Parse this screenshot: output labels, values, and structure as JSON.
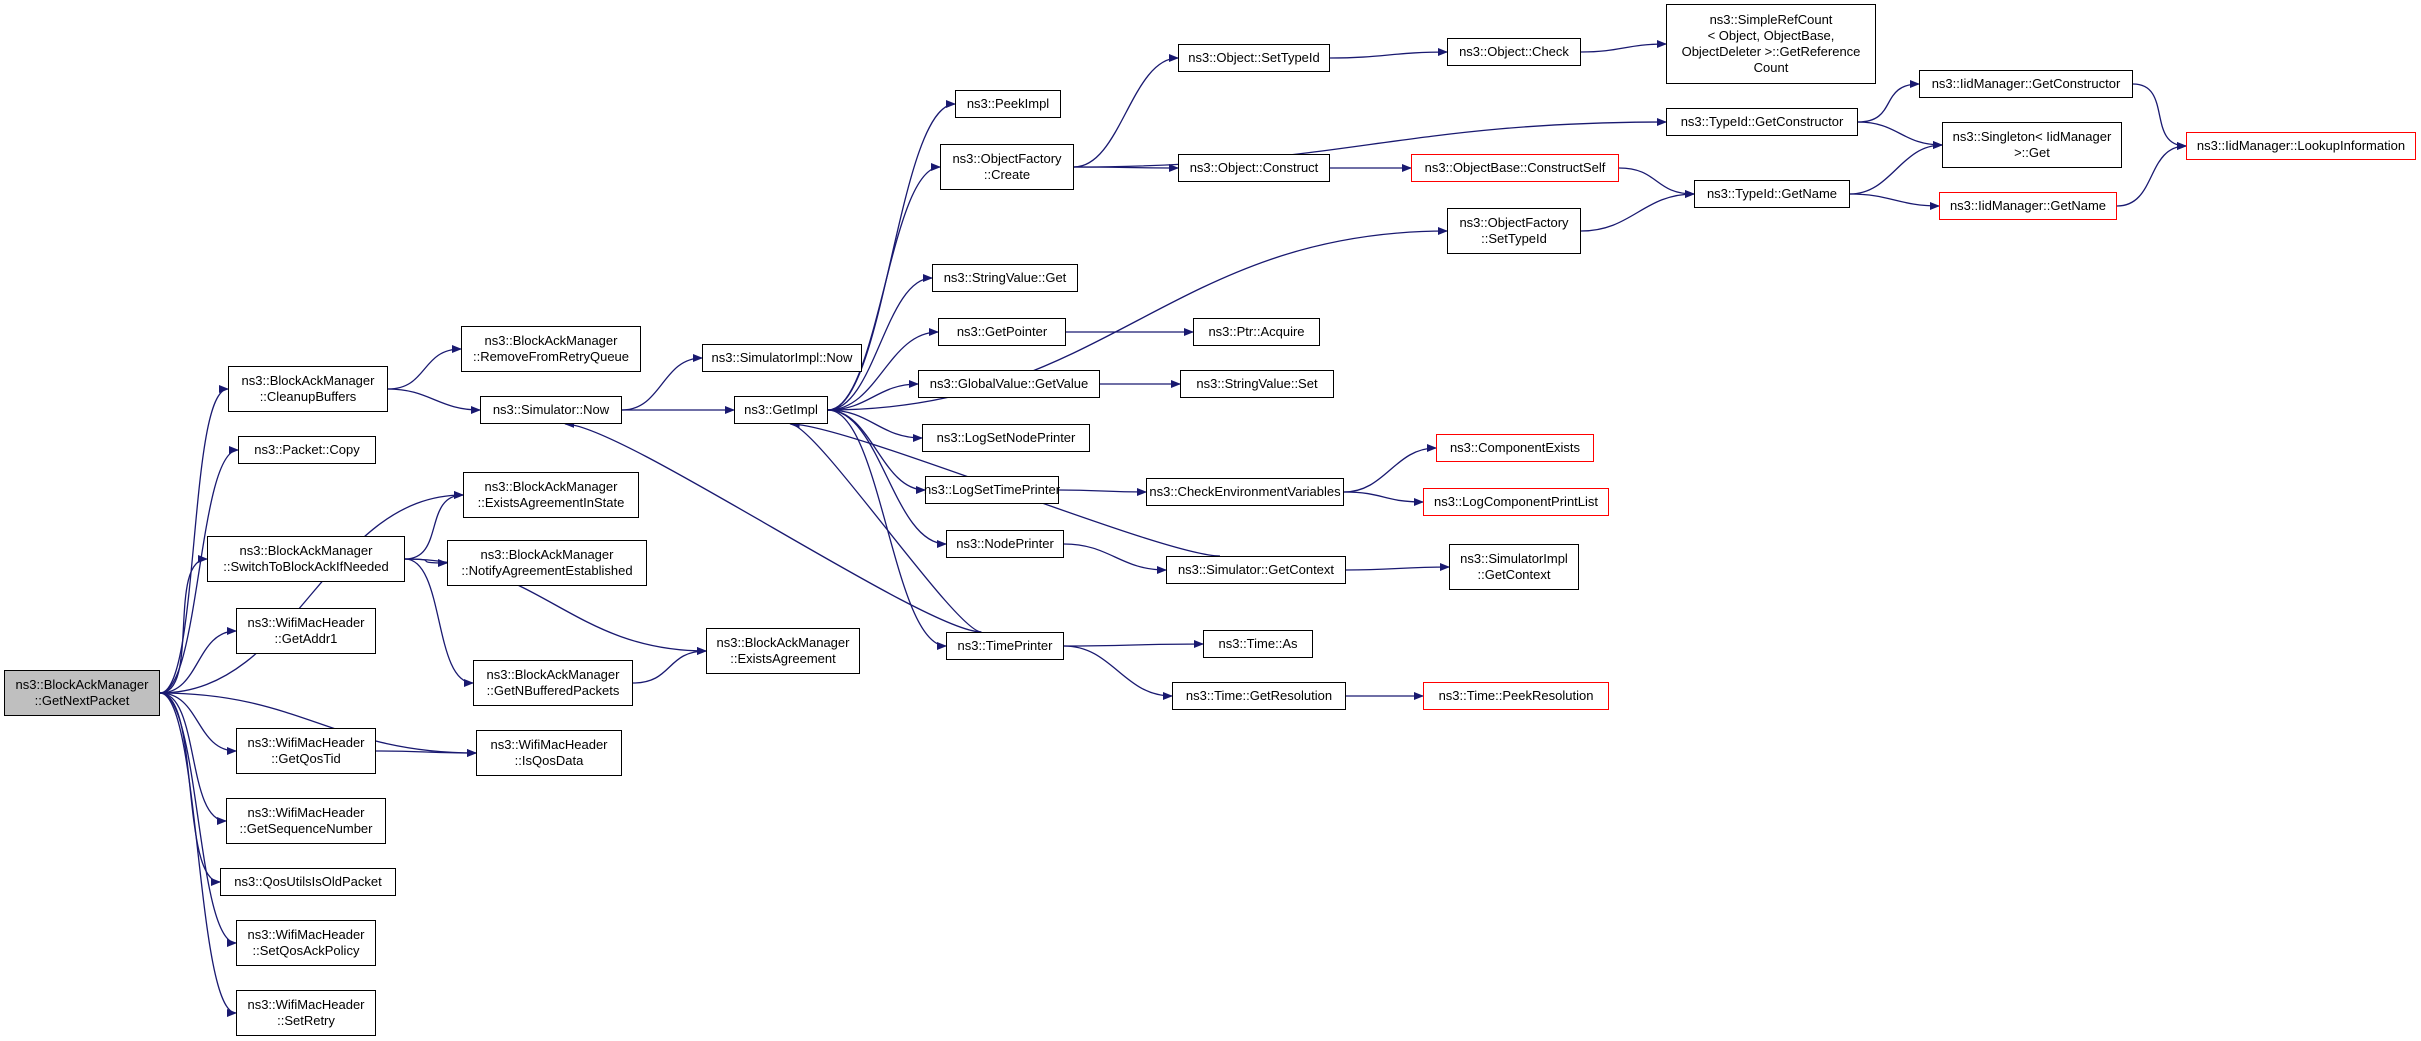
{
  "colors": {
    "edge": "#191970",
    "border": "#000000",
    "truncated_border": "#ff0000",
    "root_fill": "#bfbfbf"
  },
  "nodes": [
    {
      "id": "root",
      "label": "ns3::BlockAckManager\n::GetNextPacket",
      "style": "root"
    },
    {
      "id": "cleanup",
      "label": "ns3::BlockAckManager\n::CleanupBuffers"
    },
    {
      "id": "copy",
      "label": "ns3::Packet::Copy"
    },
    {
      "id": "switch",
      "label": "ns3::BlockAckManager\n::SwitchToBlockAckIfNeeded"
    },
    {
      "id": "getaddr1",
      "label": "ns3::WifiMacHeader\n::GetAddr1"
    },
    {
      "id": "getqostid",
      "label": "ns3::WifiMacHeader\n::GetQosTid"
    },
    {
      "id": "getseq",
      "label": "ns3::WifiMacHeader\n::GetSequenceNumber"
    },
    {
      "id": "isold",
      "label": "ns3::QosUtilsIsOldPacket"
    },
    {
      "id": "setqosack",
      "label": "ns3::WifiMacHeader\n::SetQosAckPolicy"
    },
    {
      "id": "setretry",
      "label": "ns3::WifiMacHeader\n::SetRetry"
    },
    {
      "id": "removeretry",
      "label": "ns3::BlockAckManager\n::RemoveFromRetryQueue"
    },
    {
      "id": "simnow",
      "label": "ns3::Simulator::Now"
    },
    {
      "id": "existsstate",
      "label": "ns3::BlockAckManager\n::ExistsAgreementInState"
    },
    {
      "id": "notify",
      "label": "ns3::BlockAckManager\n::NotifyAgreementEstablished"
    },
    {
      "id": "getnbuf",
      "label": "ns3::BlockAckManager\n::GetNBufferedPackets"
    },
    {
      "id": "isqosdata",
      "label": "ns3::WifiMacHeader\n::IsQosData"
    },
    {
      "id": "simimplnow",
      "label": "ns3::SimulatorImpl::Now"
    },
    {
      "id": "getimpl",
      "label": "ns3::GetImpl"
    },
    {
      "id": "exists",
      "label": "ns3::BlockAckManager\n::ExistsAgreement"
    },
    {
      "id": "peekimpl",
      "label": "ns3::PeekImpl"
    },
    {
      "id": "ofcreate",
      "label": "ns3::ObjectFactory\n::Create"
    },
    {
      "id": "strget",
      "label": "ns3::StringValue::Get"
    },
    {
      "id": "getpointer",
      "label": "ns3::GetPointer"
    },
    {
      "id": "gvgetvalue",
      "label": "ns3::GlobalValue::GetValue"
    },
    {
      "id": "logsetnode",
      "label": "ns3::LogSetNodePrinter"
    },
    {
      "id": "logsettime",
      "label": "ns3::LogSetTimePrinter"
    },
    {
      "id": "nodeprinter",
      "label": "ns3::NodePrinter"
    },
    {
      "id": "timeprinter",
      "label": "ns3::TimePrinter"
    },
    {
      "id": "objsettypeid",
      "label": "ns3::Object::SetTypeId"
    },
    {
      "id": "objconstruct",
      "label": "ns3::Object::Construct"
    },
    {
      "id": "ofsettypeid",
      "label": "ns3::ObjectFactory\n::SetTypeId"
    },
    {
      "id": "ptracquire",
      "label": "ns3::Ptr::Acquire"
    },
    {
      "id": "strset",
      "label": "ns3::StringValue::Set"
    },
    {
      "id": "checkenv",
      "label": "ns3::CheckEnvironmentVariables"
    },
    {
      "id": "simgetctx",
      "label": "ns3::Simulator::GetContext"
    },
    {
      "id": "timeas",
      "label": "ns3::Time::As"
    },
    {
      "id": "timegetres",
      "label": "ns3::Time::GetResolution"
    },
    {
      "id": "objcheck",
      "label": "ns3::Object::Check"
    },
    {
      "id": "obconstructself",
      "label": "ns3::ObjectBase::ConstructSelf",
      "style": "trunc"
    },
    {
      "id": "compexists",
      "label": "ns3::ComponentExists",
      "style": "trunc"
    },
    {
      "id": "logcompprint",
      "label": "ns3::LogComponentPrintList",
      "style": "trunc"
    },
    {
      "id": "simimplgetctx",
      "label": "ns3::SimulatorImpl\n::GetContext"
    },
    {
      "id": "timepeekres",
      "label": "ns3::Time::PeekResolution",
      "style": "trunc"
    },
    {
      "id": "simplerefcount",
      "label": "ns3::SimpleRefCount\n< Object, ObjectBase,\nObjectDeleter >::GetReference\nCount"
    },
    {
      "id": "tidgetctor",
      "label": "ns3::TypeId::GetConstructor"
    },
    {
      "id": "tidgetname",
      "label": "ns3::TypeId::GetName"
    },
    {
      "id": "iidgetctor",
      "label": "ns3::IidManager::GetConstructor"
    },
    {
      "id": "singleton",
      "label": "ns3::Singleton< IidManager\n>::Get"
    },
    {
      "id": "iidgetname",
      "label": "ns3::IidManager::GetName",
      "style": "trunc"
    },
    {
      "id": "iidlookup",
      "label": "ns3::IidManager::LookupInformation",
      "style": "trunc"
    }
  ],
  "edges": [
    [
      "root",
      "cleanup"
    ],
    [
      "root",
      "copy"
    ],
    [
      "root",
      "existsstate"
    ],
    [
      "root",
      "switch"
    ],
    [
      "root",
      "getaddr1"
    ],
    [
      "root",
      "getqostid"
    ],
    [
      "root",
      "isqosdata"
    ],
    [
      "root",
      "getseq"
    ],
    [
      "root",
      "isold"
    ],
    [
      "root",
      "setqosack"
    ],
    [
      "root",
      "setretry"
    ],
    [
      "cleanup",
      "removeretry"
    ],
    [
      "cleanup",
      "simnow"
    ],
    [
      "switch",
      "existsstate"
    ],
    [
      "switch",
      "notify"
    ],
    [
      "switch",
      "getnbuf"
    ],
    [
      "switch",
      "exists"
    ],
    [
      "getqostid",
      "isqosdata"
    ],
    [
      "getnbuf",
      "exists"
    ],
    [
      "simnow",
      "simimplnow"
    ],
    [
      "simnow",
      "getimpl"
    ],
    [
      "getimpl",
      "peekimpl"
    ],
    [
      "getimpl",
      "ofcreate"
    ],
    [
      "getimpl",
      "ofsettypeid"
    ],
    [
      "getimpl",
      "strget"
    ],
    [
      "getimpl",
      "getpointer"
    ],
    [
      "getimpl",
      "gvgetvalue"
    ],
    [
      "getimpl",
      "logsetnode"
    ],
    [
      "getimpl",
      "logsettime"
    ],
    [
      "getimpl",
      "nodeprinter"
    ],
    [
      "getimpl",
      "timeprinter"
    ],
    [
      "ofcreate",
      "objsettypeid"
    ],
    [
      "ofcreate",
      "tidgetctor"
    ],
    [
      "ofcreate",
      "objconstruct"
    ],
    [
      "objsettypeid",
      "objcheck"
    ],
    [
      "objcheck",
      "simplerefcount"
    ],
    [
      "objconstruct",
      "obconstructself"
    ],
    [
      "obconstructself",
      "tidgetname"
    ],
    [
      "ofsettypeid",
      "tidgetname"
    ],
    [
      "tidgetctor",
      "iidgetctor"
    ],
    [
      "tidgetctor",
      "singleton"
    ],
    [
      "iidgetctor",
      "iidlookup"
    ],
    [
      "tidgetname",
      "singleton"
    ],
    [
      "tidgetname",
      "iidgetname"
    ],
    [
      "iidgetname",
      "iidlookup"
    ],
    [
      "getpointer",
      "ptracquire"
    ],
    [
      "gvgetvalue",
      "strset"
    ],
    [
      "logsettime",
      "checkenv"
    ],
    [
      "checkenv",
      "compexists"
    ],
    [
      "checkenv",
      "logcompprint"
    ],
    [
      "nodeprinter",
      "simgetctx"
    ],
    [
      "simgetctx",
      "getimpl"
    ],
    [
      "simgetctx",
      "simimplgetctx"
    ],
    [
      "timeprinter",
      "simnow"
    ],
    [
      "timeprinter",
      "getimpl"
    ],
    [
      "timeprinter",
      "timeas"
    ],
    [
      "timeprinter",
      "timegetres"
    ],
    [
      "timegetres",
      "timepeekres"
    ]
  ]
}
